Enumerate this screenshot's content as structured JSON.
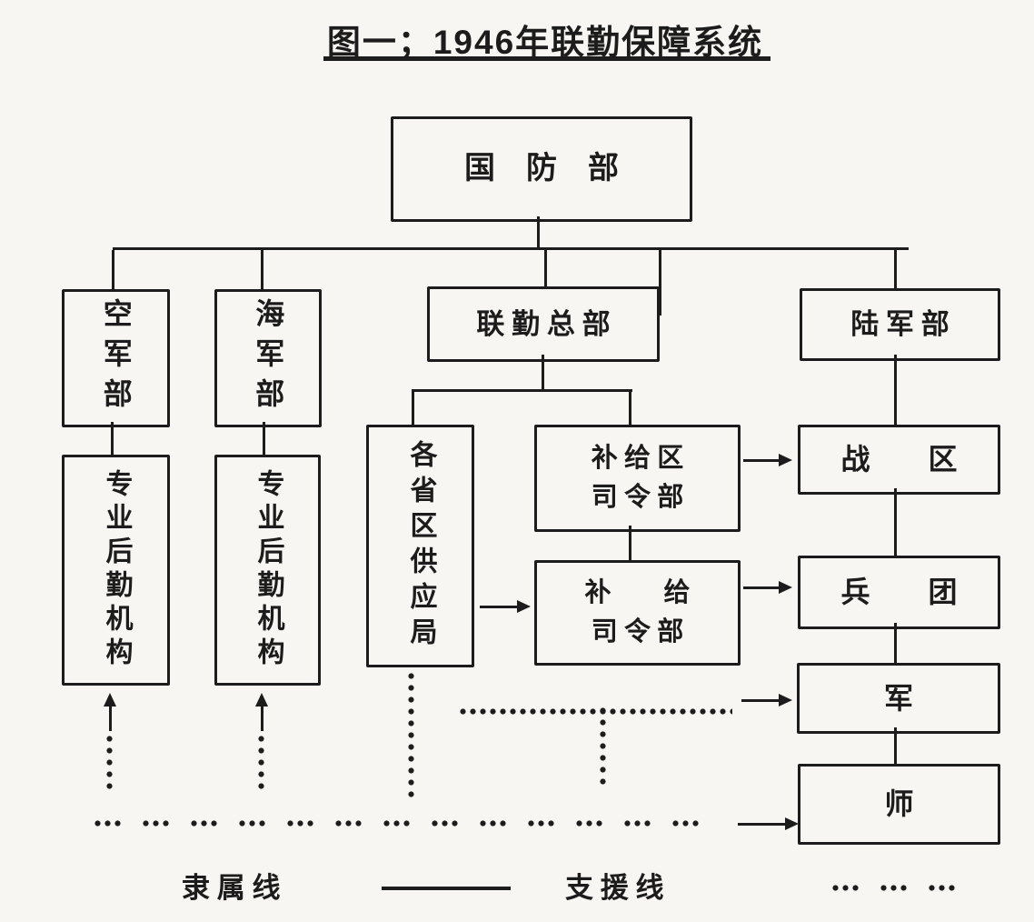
{
  "title": {
    "text": "图一；1946年联勤保障系统"
  },
  "boxes": {
    "defense_ministry": {
      "label": "国　防　部"
    },
    "air_force_dept": {
      "label": "空军部"
    },
    "navy_dept": {
      "label": "海军部"
    },
    "joint_logistics_hq": {
      "label": "联 勤 总 部"
    },
    "army_dept": {
      "label": "陆 军 部"
    },
    "air_force_logistics_org": {
      "label": "专业后勤机构"
    },
    "navy_logistics_org": {
      "label": "专业后勤机构"
    },
    "provincial_supply_bureaus": {
      "label": "各省区供应局"
    },
    "supply_region_command": {
      "lines": [
        "补 给 区",
        "司 令 部"
      ]
    },
    "supply_command": {
      "lines": [
        "补　　给",
        "司 令 部"
      ]
    },
    "theater": {
      "label": "战　　区"
    },
    "army_group": {
      "label": "兵　　团"
    },
    "corps": {
      "label": "军"
    },
    "division": {
      "label": "师"
    }
  },
  "legend": {
    "subordination_line_label": "隶 属 线",
    "support_line_label": "支 援 线"
  },
  "colors": {
    "ink": "#1c1c1c",
    "paper": "#f7f6f2"
  }
}
